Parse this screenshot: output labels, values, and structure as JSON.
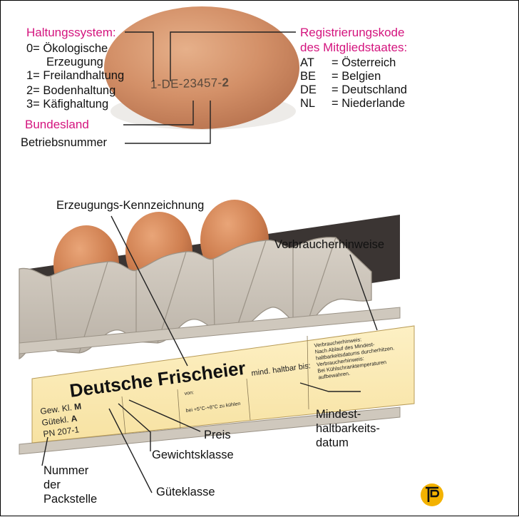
{
  "top": {
    "egg_code": {
      "main": "1-DE-23457-",
      "last": "2"
    },
    "haltung": {
      "title": "Haltungssystem:",
      "items": [
        "0= Ökologische",
        "Erzeugung",
        "1= Freilandhaltung",
        "2= Bodenhaltung",
        "3= Käfighaltung"
      ]
    },
    "bundesland": "Bundesland",
    "betriebsnummer": "Betriebsnummer",
    "registrierung": {
      "title_line1": "Registrierungskode",
      "title_line2": "des Mitgliedstaates:",
      "items": [
        {
          "code": "AT",
          "name": "Österreich"
        },
        {
          "code": "BE",
          "name": "Belgien"
        },
        {
          "code": "DE",
          "name": "Deutschland"
        },
        {
          "code": "NL",
          "name": "Niederlande"
        }
      ]
    }
  },
  "bottom": {
    "erzeugung": "Erzeugungs-Kennzeichnung",
    "verbraucher": "Verbraucherhinweise",
    "label": {
      "title": "Deutsche Frischeier",
      "haltbar": "mind. haltbar bis:",
      "von": "von:",
      "kuehlen": "bei +5°C-+8°C zu kühlen",
      "gew_prefix": "Gew. Kl. ",
      "gew_value": "M",
      "guete_prefix": "Gütekl. ",
      "guete_value": "A",
      "pn": "PN 207-1",
      "hinweis": [
        "Verbraucherhinweis:",
        "Nach Ablauf des Mindest-",
        "haltbarkeitsdatums durcherhitzen.",
        "Verbraucherhinweis:",
        "Bei Kühlschranktemperaturen",
        "aufbewahren."
      ]
    },
    "preis": "Preis",
    "gewichtsklasse": "Gewichtsklasse",
    "gueteklasse": "Güteklasse",
    "mindest": [
      "Mindest-",
      "haltbarkeits-",
      "datum"
    ],
    "nummer": [
      "Nummer",
      "der",
      "Packstelle"
    ]
  },
  "colors": {
    "accent": "#d4147e",
    "logo": "#f3b200"
  },
  "logo": {
    "icon": "tp-logo-icon"
  }
}
